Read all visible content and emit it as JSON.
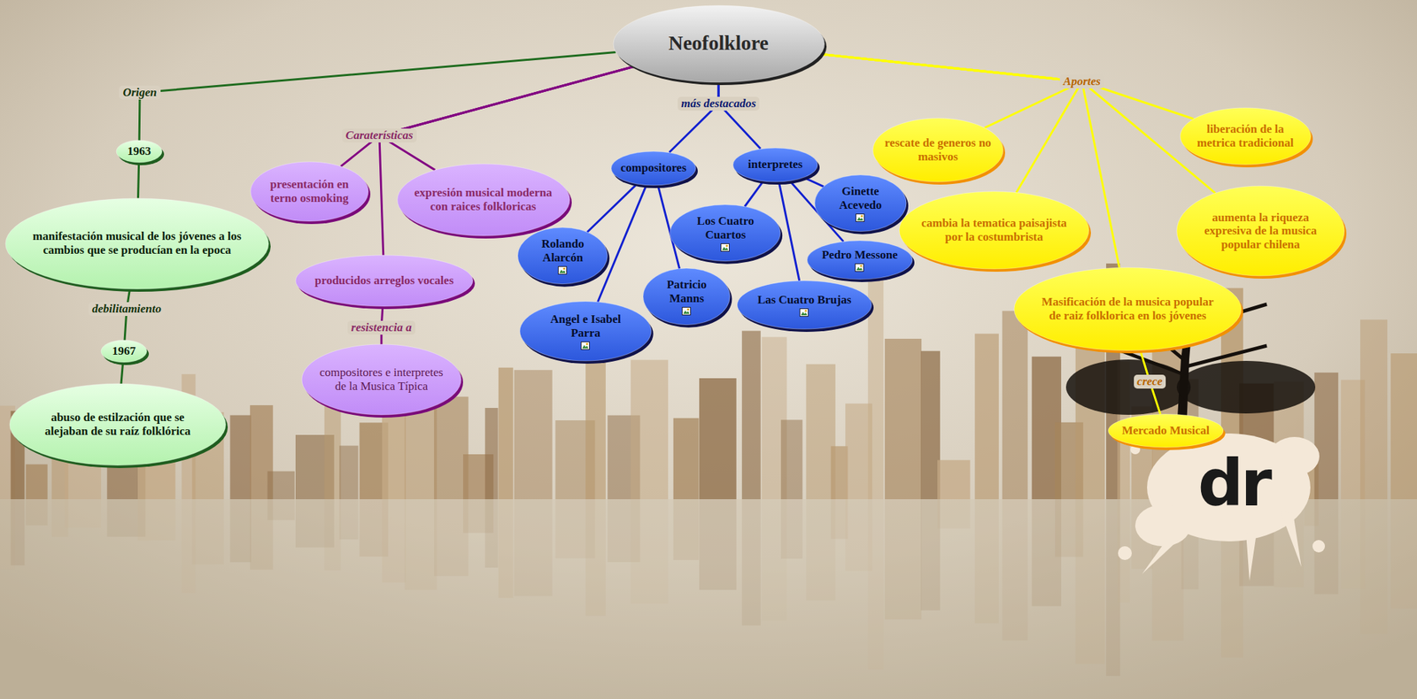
{
  "diagram": {
    "nodes": [
      {
        "text": [
          "Neofolklore"
        ]
      },
      {
        "text": [
          "1963"
        ]
      },
      {
        "text": [
          "manifestación musical de los jóvenes a los cambios que se producían en la epoca"
        ]
      },
      {
        "text": [
          "1967"
        ]
      },
      {
        "text": [
          "abuso de estilzación que se alejaban de su raíz folklórica"
        ]
      },
      {
        "text": [
          "presentación en terno osmoking"
        ]
      },
      {
        "text": [
          "expresión musical moderna con raices folkloricas"
        ]
      },
      {
        "text": [
          "producidos arreglos vocales"
        ]
      },
      {
        "text": [
          "compositores e interpretes de la Musica Típica"
        ]
      },
      {
        "text": [
          "compositores"
        ]
      },
      {
        "text": [
          "interpretes"
        ]
      },
      {
        "text": [
          "Rolando Alarcón"
        ]
      },
      {
        "text": [
          "Angel e Isabel Parra"
        ]
      },
      {
        "text": [
          "Patricio Manns"
        ]
      },
      {
        "text": [
          "Los Cuatro Cuartos"
        ]
      },
      {
        "text": [
          "Ginette Acevedo"
        ]
      },
      {
        "text": [
          "Pedro Messone"
        ]
      },
      {
        "text": [
          "Las Cuatro Brujas"
        ]
      },
      {
        "text": [
          "rescate de generos no masivos"
        ]
      },
      {
        "text": [
          "liberación de la metrica tradicional"
        ]
      },
      {
        "text": [
          "cambia la tematica paisajista por la costumbrista"
        ]
      },
      {
        "text": [
          "aumenta la riqueza expresiva de la musica popular chilena"
        ]
      },
      {
        "text": [
          "Masificación de la musica popular de raiz folklorica en los jóvenes"
        ]
      },
      {
        "text": [
          "Mercado Musical"
        ]
      }
    ],
    "edges": [
      {
        "from": 0,
        "to": 1,
        "label": "Origen",
        "arrow": "none"
      },
      {
        "from": 1,
        "to": 2,
        "arrow": "none"
      },
      {
        "from": 2,
        "to": 3,
        "label": "debilitamiento",
        "arrow": "none"
      },
      {
        "from": 3,
        "to": 4,
        "arrow": "none"
      },
      {
        "from": 0,
        "to": 5,
        "label": "Caraterísticas",
        "arrow": "none"
      },
      {
        "from": 0,
        "to": 6,
        "arrow": "none"
      },
      {
        "from": 0,
        "to": 7,
        "arrow": "none"
      },
      {
        "from": 7,
        "to": 8,
        "label": "resistencia a",
        "arrow": "none"
      },
      {
        "from": 0,
        "to": 9,
        "label": "más destacados",
        "arrow": "none"
      },
      {
        "from": 0,
        "to": 10,
        "arrow": "none"
      },
      {
        "from": 9,
        "to": 11,
        "arrow": "none"
      },
      {
        "from": 9,
        "to": 12,
        "arrow": "none"
      },
      {
        "from": 9,
        "to": 13,
        "arrow": "none"
      },
      {
        "from": 10,
        "to": 14,
        "arrow": "none"
      },
      {
        "from": 10,
        "to": 17,
        "arrow": "none"
      },
      {
        "from": 10,
        "to": 16,
        "arrow": "none"
      },
      {
        "from": 10,
        "to": 15,
        "arrow": "none"
      },
      {
        "from": 0,
        "to": 18,
        "label": "Aportes",
        "arrow": "none"
      },
      {
        "from": 0,
        "to": 19,
        "arrow": "none"
      },
      {
        "from": 0,
        "to": 20,
        "arrow": "none"
      },
      {
        "from": 0,
        "to": 21,
        "arrow": "none"
      },
      {
        "from": 0,
        "to": 22,
        "arrow": "none"
      },
      {
        "from": 22,
        "to": 23,
        "label": "crece",
        "arrow": "none"
      }
    ],
    "labels": [
      "dr"
    ]
  }
}
